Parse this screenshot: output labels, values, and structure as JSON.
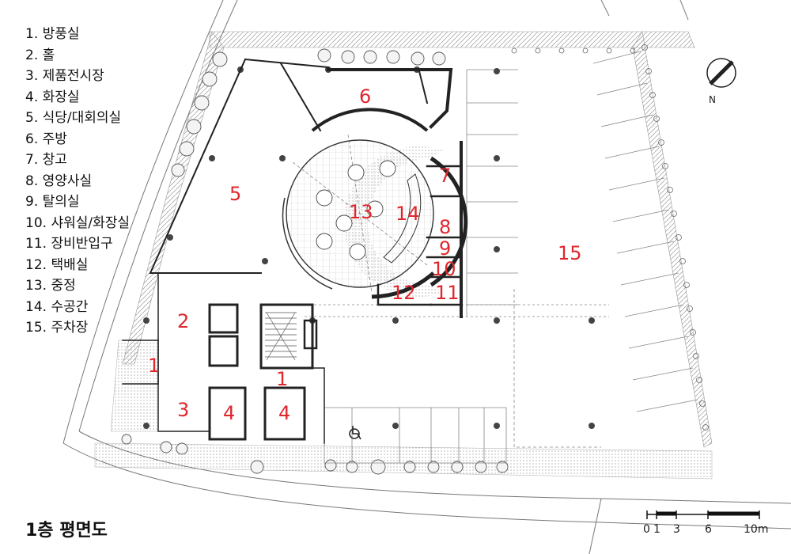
{
  "legend": [
    "1. 방풍실",
    "2. 홀",
    "3. 제품전시장",
    "4. 화장실",
    "5. 식당/대회의실",
    "6. 주방",
    "7. 창고",
    "8. 영양사실",
    "9. 탈의실",
    "10. 샤워실/화장실",
    "11. 장비반입구",
    "12. 택배실",
    "13. 중정",
    "14. 수공간",
    "15. 주차장"
  ],
  "room_numbers": [
    "1",
    "2",
    "3",
    "4",
    "5",
    "6",
    "7",
    "8",
    "9",
    "10",
    "11",
    "12",
    "13",
    "14",
    "15"
  ],
  "plan_title": "1층 평면도",
  "north_label": "N",
  "scale": {
    "ticks": [
      "0",
      "1",
      "3",
      "6",
      "10m"
    ]
  },
  "colors": {
    "room_number": "#e0262d",
    "wall": "#222222",
    "line": "#555555"
  }
}
